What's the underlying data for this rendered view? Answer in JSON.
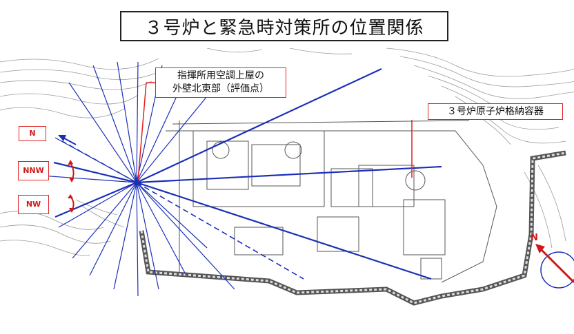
{
  "title": "３号炉と緊急時対策所の位置関係",
  "callouts": {
    "evaluation_point": "指揮所用空調上屋の\n外壁北東部（評価点）",
    "reactor": "３号炉原子炉格納容器"
  },
  "directions": {
    "n": "N",
    "nnw": "NNW",
    "nw": "NW"
  },
  "north_arrow_label": "N",
  "colors": {
    "ray": "#1a2fb8",
    "accent": "#e02020",
    "contour": "#9a9a9a",
    "wall": "#555555"
  }
}
